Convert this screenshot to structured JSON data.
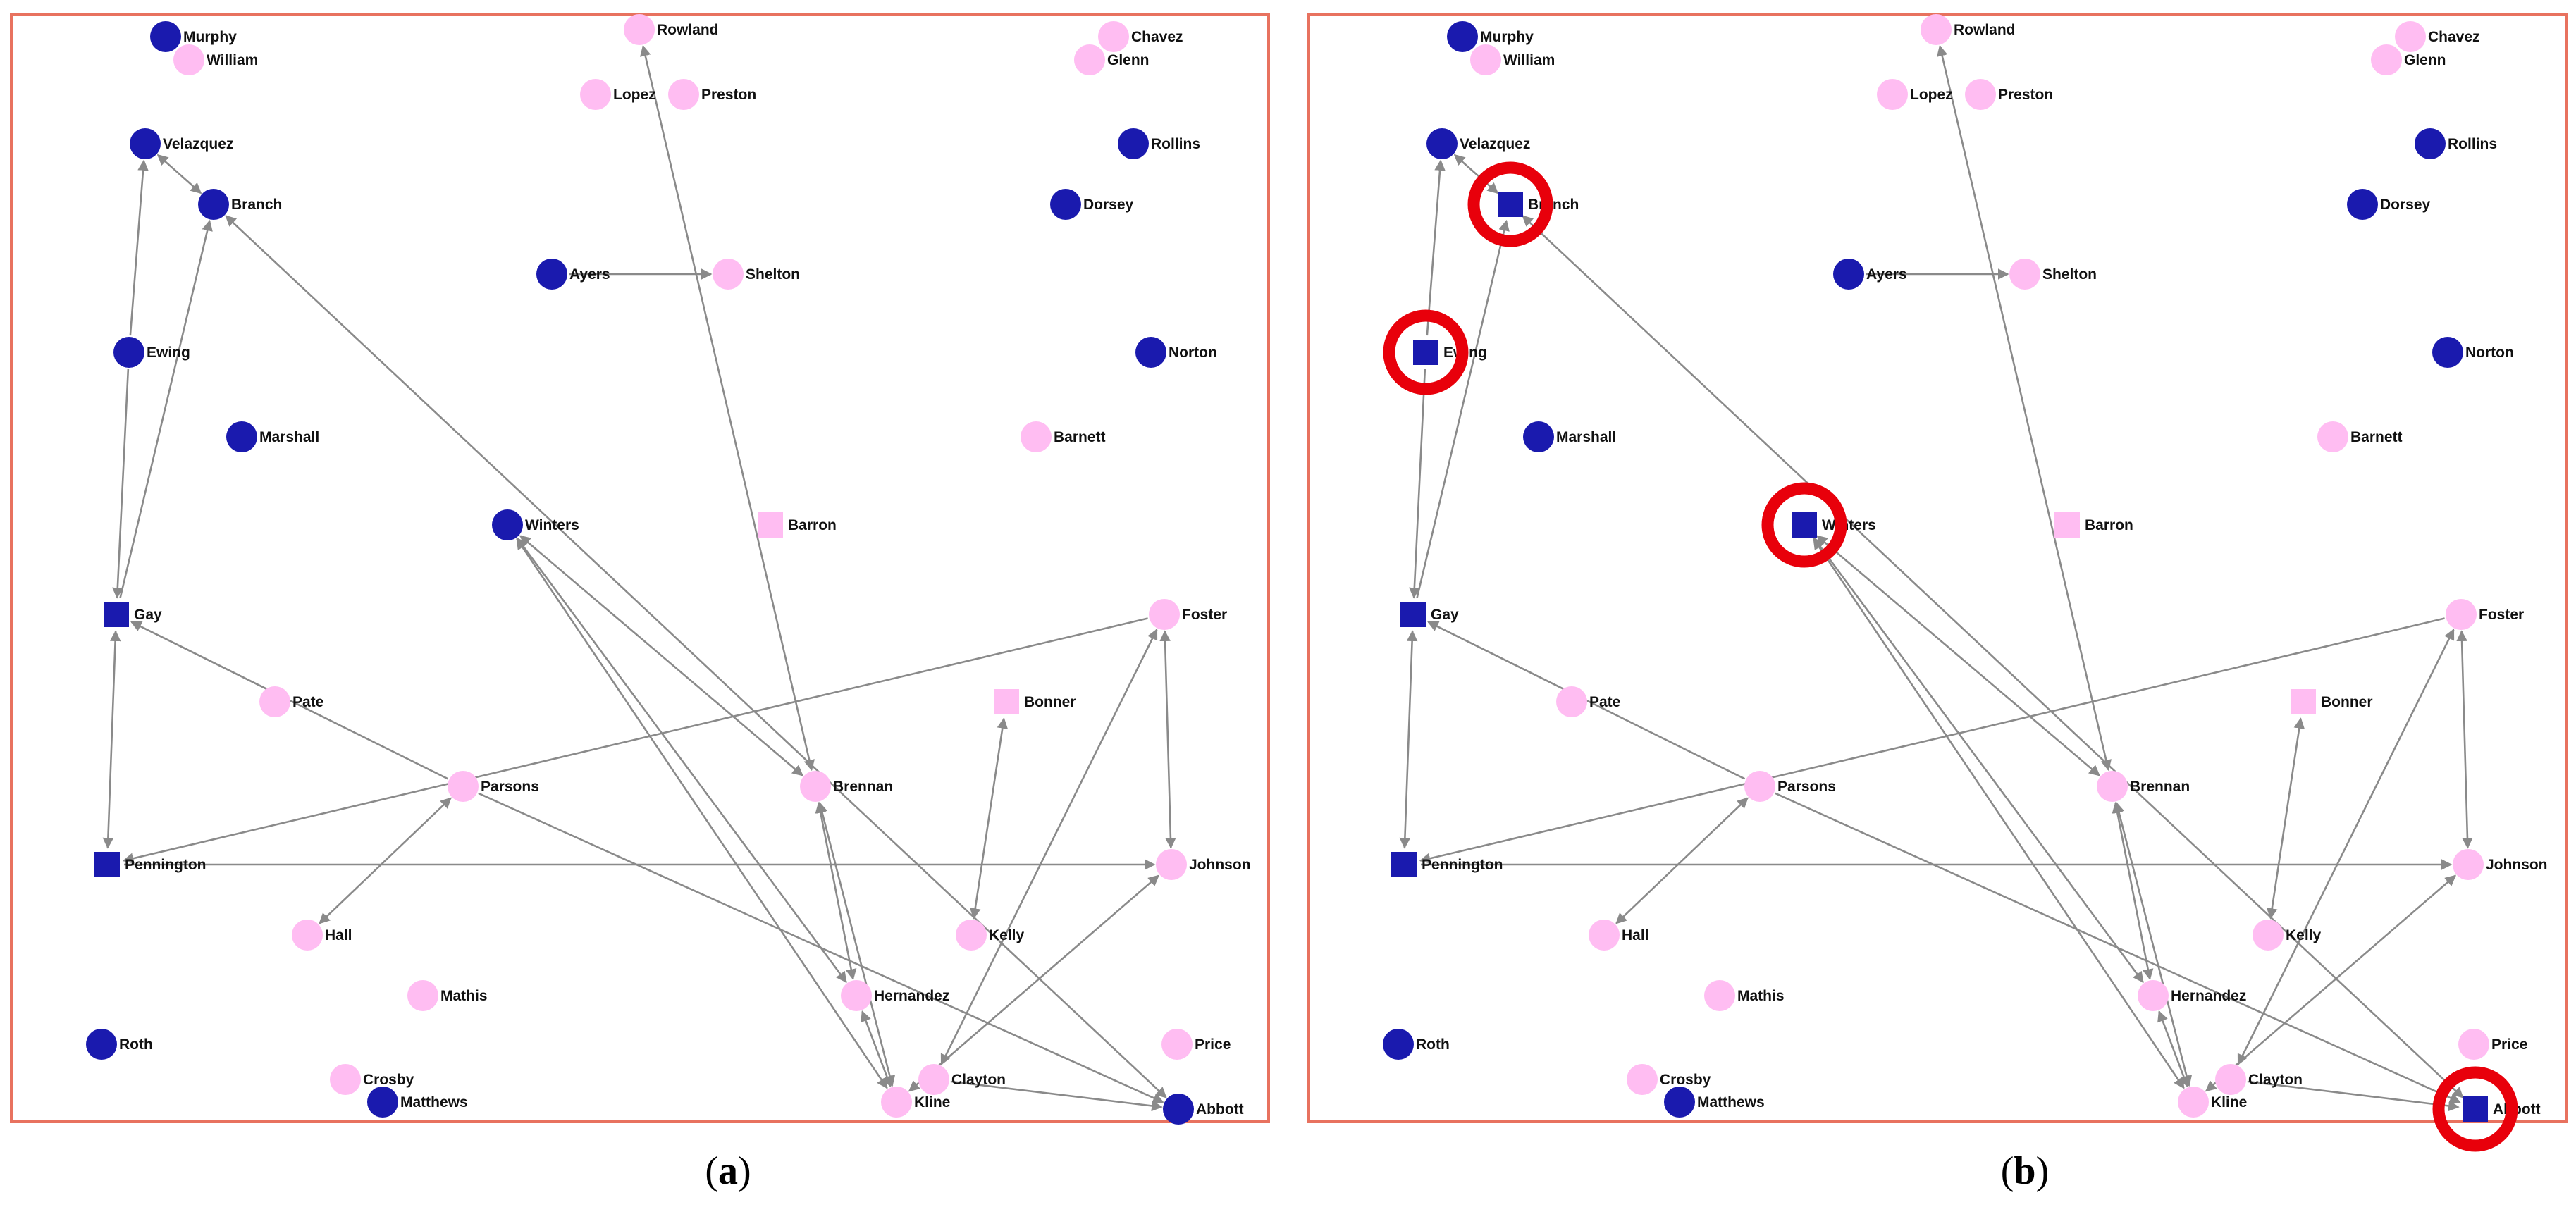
{
  "colors": {
    "blue": "#1a1aae",
    "pink": "#ffbdf2",
    "edge": "#8a8a8a",
    "frame": "#e8725f",
    "highlight": "#e8000b"
  },
  "panels": [
    {
      "id": "a",
      "label": "(a)",
      "label_text": "a",
      "highlighted": []
    },
    {
      "id": "b",
      "label": "(b)",
      "label_text": "b",
      "highlighted": [
        "Branch",
        "Ewing",
        "Winters",
        "Abbott"
      ]
    }
  ],
  "nodes": [
    {
      "name": "Murphy",
      "color": "blue",
      "shape_a": "circle",
      "shape_b": "circle"
    },
    {
      "name": "William",
      "color": "pink",
      "shape_a": "circle",
      "shape_b": "circle"
    },
    {
      "name": "Rowland",
      "color": "pink",
      "shape_a": "circle",
      "shape_b": "circle"
    },
    {
      "name": "Chavez",
      "color": "pink",
      "shape_a": "circle",
      "shape_b": "circle"
    },
    {
      "name": "Glenn",
      "color": "pink",
      "shape_a": "circle",
      "shape_b": "circle"
    },
    {
      "name": "Lopez",
      "color": "pink",
      "shape_a": "circle",
      "shape_b": "circle"
    },
    {
      "name": "Preston",
      "color": "pink",
      "shape_a": "circle",
      "shape_b": "circle"
    },
    {
      "name": "Velazquez",
      "color": "blue",
      "shape_a": "circle",
      "shape_b": "circle"
    },
    {
      "name": "Rollins",
      "color": "blue",
      "shape_a": "circle",
      "shape_b": "circle"
    },
    {
      "name": "Branch",
      "color": "blue",
      "shape_a": "circle",
      "shape_b": "square"
    },
    {
      "name": "Dorsey",
      "color": "blue",
      "shape_a": "circle",
      "shape_b": "circle"
    },
    {
      "name": "Ayers",
      "color": "blue",
      "shape_a": "circle",
      "shape_b": "circle"
    },
    {
      "name": "Shelton",
      "color": "pink",
      "shape_a": "circle",
      "shape_b": "circle"
    },
    {
      "name": "Ewing",
      "color": "blue",
      "shape_a": "circle",
      "shape_b": "square"
    },
    {
      "name": "Norton",
      "color": "blue",
      "shape_a": "circle",
      "shape_b": "circle"
    },
    {
      "name": "Marshall",
      "color": "blue",
      "shape_a": "circle",
      "shape_b": "circle"
    },
    {
      "name": "Barnett",
      "color": "pink",
      "shape_a": "circle",
      "shape_b": "circle"
    },
    {
      "name": "Winters",
      "color": "blue",
      "shape_a": "circle",
      "shape_b": "square"
    },
    {
      "name": "Barron",
      "color": "pink",
      "shape_a": "square",
      "shape_b": "square"
    },
    {
      "name": "Gay",
      "color": "blue",
      "shape_a": "square",
      "shape_b": "square"
    },
    {
      "name": "Foster",
      "color": "pink",
      "shape_a": "circle",
      "shape_b": "circle"
    },
    {
      "name": "Pate",
      "color": "pink",
      "shape_a": "circle",
      "shape_b": "circle"
    },
    {
      "name": "Bonner",
      "color": "pink",
      "shape_a": "square",
      "shape_b": "square"
    },
    {
      "name": "Parsons",
      "color": "pink",
      "shape_a": "circle",
      "shape_b": "circle"
    },
    {
      "name": "Brennan",
      "color": "pink",
      "shape_a": "circle",
      "shape_b": "circle"
    },
    {
      "name": "Pennington",
      "color": "blue",
      "shape_a": "square",
      "shape_b": "square"
    },
    {
      "name": "Johnson",
      "color": "pink",
      "shape_a": "circle",
      "shape_b": "circle"
    },
    {
      "name": "Hall",
      "color": "pink",
      "shape_a": "circle",
      "shape_b": "circle"
    },
    {
      "name": "Kelly",
      "color": "pink",
      "shape_a": "circle",
      "shape_b": "circle"
    },
    {
      "name": "Mathis",
      "color": "pink",
      "shape_a": "circle",
      "shape_b": "circle"
    },
    {
      "name": "Hernandez",
      "color": "pink",
      "shape_a": "circle",
      "shape_b": "circle"
    },
    {
      "name": "Roth",
      "color": "blue",
      "shape_a": "circle",
      "shape_b": "circle"
    },
    {
      "name": "Price",
      "color": "pink",
      "shape_a": "circle",
      "shape_b": "circle"
    },
    {
      "name": "Crosby",
      "color": "pink",
      "shape_a": "circle",
      "shape_b": "circle"
    },
    {
      "name": "Clayton",
      "color": "pink",
      "shape_a": "circle",
      "shape_b": "circle"
    },
    {
      "name": "Matthews",
      "color": "blue",
      "shape_a": "circle",
      "shape_b": "circle"
    },
    {
      "name": "Kline",
      "color": "pink",
      "shape_a": "circle",
      "shape_b": "circle"
    },
    {
      "name": "Abbott",
      "color": "blue",
      "shape_a": "circle",
      "shape_b": "square"
    }
  ],
  "edges": [
    [
      "Velazquez",
      "Branch",
      "both"
    ],
    [
      "Ewing",
      "Velazquez",
      "to"
    ],
    [
      "Ewing",
      "Gay",
      "to"
    ],
    [
      "Gay",
      "Branch",
      "to"
    ],
    [
      "Branch",
      "Abbott",
      "both"
    ],
    [
      "Ayers",
      "Shelton",
      "to"
    ],
    [
      "Brennan",
      "Rowland",
      "both"
    ],
    [
      "Winters",
      "Brennan",
      "both"
    ],
    [
      "Winters",
      "Hernandez",
      "both"
    ],
    [
      "Winters",
      "Kline",
      "both"
    ],
    [
      "Parsons",
      "Gay",
      "to"
    ],
    [
      "Parsons",
      "Abbott",
      "to"
    ],
    [
      "Hall",
      "Parsons",
      "both"
    ],
    [
      "Gay",
      "Pennington",
      "both"
    ],
    [
      "Pennington",
      "Johnson",
      "to"
    ],
    [
      "Foster",
      "Pennington",
      "to"
    ],
    [
      "Foster",
      "Johnson",
      "both"
    ],
    [
      "Foster",
      "Clayton",
      "both"
    ],
    [
      "Johnson",
      "Kline",
      "both"
    ],
    [
      "Bonner",
      "Kelly",
      "both"
    ],
    [
      "Brennan",
      "Hernandez",
      "both"
    ],
    [
      "Brennan",
      "Kline",
      "both"
    ],
    [
      "Clayton",
      "Abbott",
      "to"
    ],
    [
      "Hernandez",
      "Kline",
      "both"
    ]
  ]
}
